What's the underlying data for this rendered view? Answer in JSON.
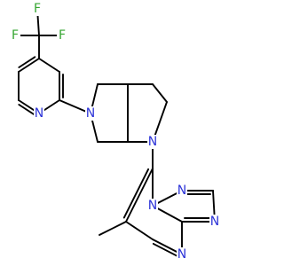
{
  "molecule": {
    "colors": {
      "nitrogen": "#2d34d8",
      "fluorine": "#35a630",
      "carbon": "#000000"
    },
    "labels": {
      "f_top": "F",
      "f_left": "F",
      "f_right": "F",
      "n_pyridine": "N",
      "n_bicyclic_secondary": "N",
      "n_bicyclic_tertiary": "N",
      "n_triazolo_bridgehead": "N",
      "n_triazolo_top": "N",
      "n_triazolo_right": "N",
      "n_pyrimidine": "N"
    }
  }
}
